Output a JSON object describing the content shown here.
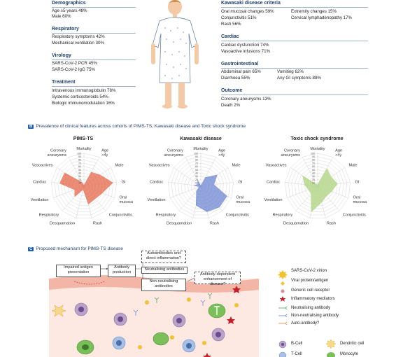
{
  "panel_a": {
    "demographics": {
      "title": "Demographics",
      "items": [
        "Age ≥5 years 48%",
        "Male 60%"
      ]
    },
    "respiratory": {
      "title": "Respiratory",
      "items": [
        "Respiratory symptoms 42%",
        "Mechanical ventilation 30%"
      ]
    },
    "virology": {
      "title": "Virology",
      "items": [
        "SARS-CoV-2 PCR 45%",
        "SARS-CoV-2 IgG 75%"
      ]
    },
    "treatment": {
      "title": "Treatment",
      "items": [
        "Intravenous immunoglobulin 78%",
        "Systemic corticosteroids 54%",
        "Biologic immunomodulation 16%"
      ]
    },
    "kawasaki": {
      "title": "Kawasaki disease criteria",
      "items": [
        "Oral mucosal changes 59%",
        "Conjunctivitis 51%",
        "Rash 56%",
        "Extremity changes 15%",
        "Cervical lymphadenopathy 17%"
      ]
    },
    "cardiac": {
      "title": "Cardiac",
      "items": [
        "Cardiac dysfunction 74%",
        "Vasoactive infusions 71%"
      ]
    },
    "gastro": {
      "title": "Gastrointestinal",
      "items": [
        "Abdominal pain 65%",
        "Diarrhoea 55%",
        "Vomiting 62%",
        "Any GI symptoms 88%"
      ]
    },
    "outcome": {
      "title": "Outcome",
      "items": [
        "Coronary aneurysms 13%",
        "Death 2%"
      ]
    }
  },
  "panel_b": {
    "badge": "B",
    "title": "Prevalence of clinical features across cohorts of PIMS-TS, Kawasaki disease and Toxic shock syndrome"
  },
  "chart_data": {
    "type": "radar",
    "axes": [
      "Mortality",
      "Age >4y",
      "Male",
      "GI",
      "Oral mucosa",
      "Conjunctivitis",
      "Rash",
      "Desquamation",
      "Respiratory",
      "Ventilation",
      "Cardiac",
      "Vasoactives",
      "Coronary aneurysms"
    ],
    "ticks": [
      "0",
      "10",
      "20",
      "30",
      "40",
      "50",
      "60",
      "70",
      "80",
      "90",
      "100"
    ],
    "range": [
      0,
      100
    ],
    "charts": [
      {
        "name": "PIMS-TS",
        "color": "#e8765a",
        "values": [
          2,
          48,
          60,
          88,
          59,
          51,
          56,
          10,
          42,
          30,
          74,
          71,
          13
        ]
      },
      {
        "name": "Kawasaki disease",
        "color": "#7b92d6",
        "values": [
          1,
          30,
          60,
          40,
          85,
          85,
          80,
          60,
          20,
          5,
          20,
          10,
          20
        ]
      },
      {
        "name": "Toxic shock syndrome",
        "color": "#b5d68a",
        "values": [
          5,
          60,
          50,
          60,
          45,
          40,
          50,
          80,
          30,
          30,
          40,
          55,
          5
        ]
      }
    ]
  },
  "panel_c": {
    "badge": "C",
    "title": "Proposed mechanism for PIMS-TS disease",
    "boxes": {
      "impaired": "Impaired antigen presentation",
      "antibody_prod": "Antibody production",
      "autoantibodies": "Autoantibodies and direct inflammation?",
      "neutralising": "Neutralising antibodies",
      "non_neutralising": "Non-neutralising antibodies",
      "ade": "Antibody-dependent enhancement of disease?"
    },
    "legend": [
      "SARS-CoV-2 virion",
      "Viral protein/antigen",
      "Generic cell receptor",
      "Inflammatory mediators",
      "Neutralising antibody",
      "Non-neutralising antibody",
      "Auto-antibody?"
    ],
    "cell_legend": [
      "B-Cell",
      "Dendritic cell",
      "T-Cell",
      "Monocyte"
    ],
    "colors": {
      "tissue": "#f6cfc4",
      "bcell": "#b9a3c9",
      "tcell": "#a7c0e6",
      "monocyte": "#7bbf5a",
      "virion": "#f2c12e",
      "mediator": "#c8202a"
    }
  }
}
